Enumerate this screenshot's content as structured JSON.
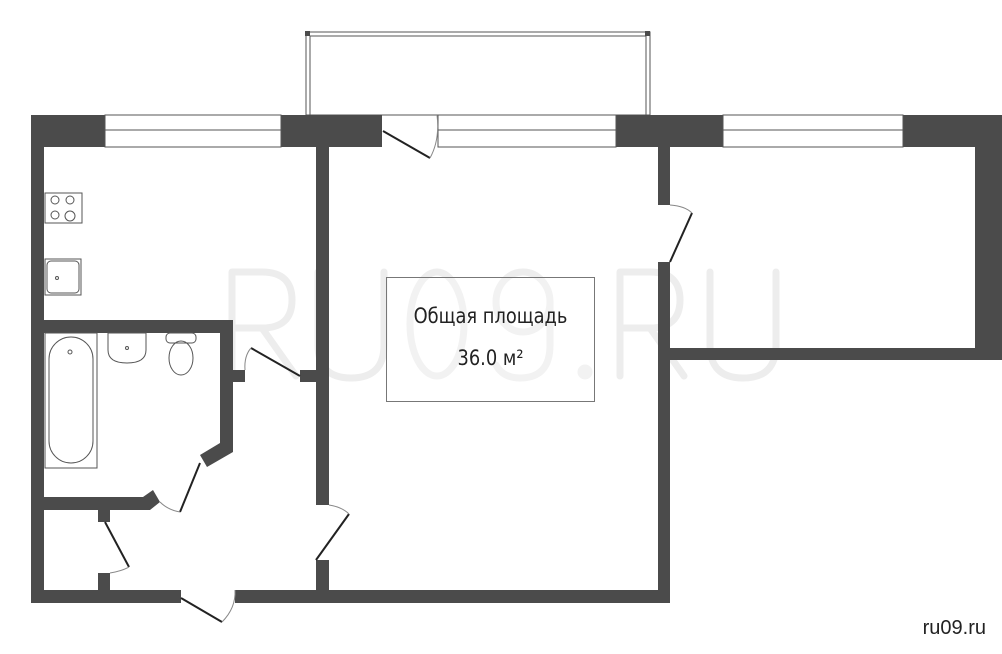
{
  "watermark": "RU09.RU",
  "area": {
    "label": "Общая площадь",
    "value": "36.0 м²"
  },
  "site": "ru09.ru",
  "colors": {
    "wall": "#4b4b4b"
  }
}
